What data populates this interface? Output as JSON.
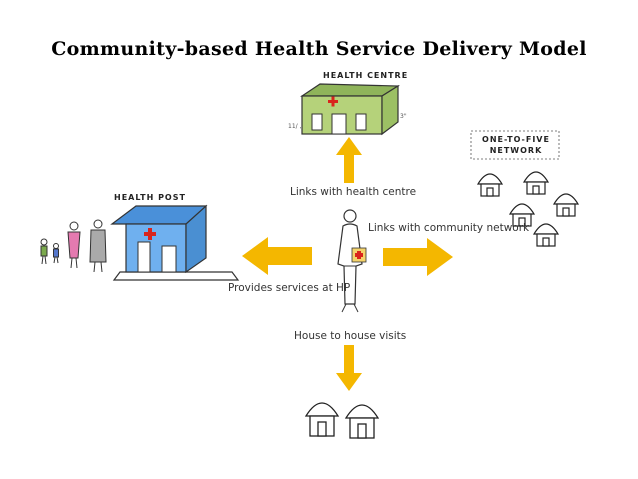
{
  "title": "Community-based Health Service Delivery Model",
  "labels": {
    "health_centre": "HEALTH CENTRE",
    "health_post": "HEALTH POST",
    "network": "ONE-TO-FIVE NETWORK"
  },
  "links": {
    "up": "Links with health centre",
    "right": "Links with community network",
    "left": "Provides services at HP",
    "down": "House to house visits"
  },
  "colors": {
    "arrow": "#f4b700",
    "health_centre": "#b5d27a",
    "health_post": "#4a90d9",
    "cross": "#d9241c"
  }
}
